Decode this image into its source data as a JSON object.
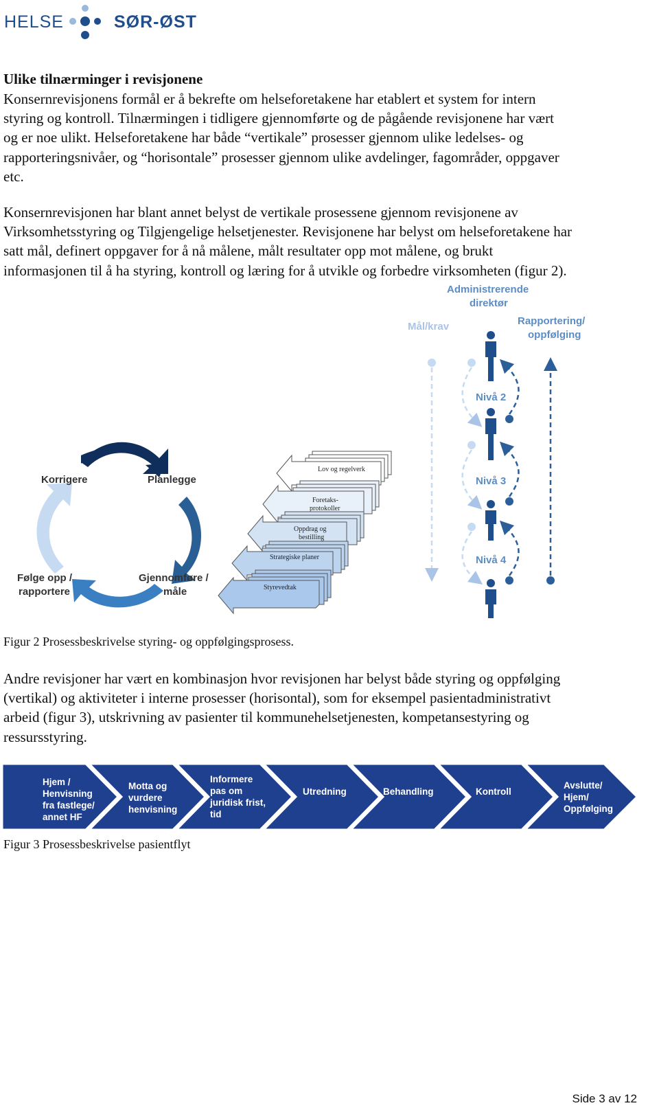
{
  "logo": {
    "word1": "HELSE",
    "word2": "SØR-ØST"
  },
  "section": {
    "heading": "Ulike tilnærminger i revisjonene",
    "p1": [
      "Konsernrevisjonens formål er å bekrefte om helseforetakene har etablert et system for intern",
      "styring og kontroll. Tilnærmingen i tidligere gjennomførte og de pågående revisjonene har vært",
      "og er noe ulikt. Helseforetakene har både “vertikale” prosesser gjennom ulike ledelses- og",
      "rapporteringsnivåer, og “horisontale” prosesser gjennom ulike avdelinger, fagområder, oppgaver",
      "etc."
    ],
    "p2": [
      "Konsernrevisjonen har blant annet belyst de vertikale prosessene gjennom revisjonene av",
      "Virksomhetsstyring og Tilgjengelige helsetjenester. Revisjonene har belyst om helseforetakene har",
      "satt mål, definert oppgaver for å nå målene, målt resultater opp mot målene, og brukt",
      "informasjonen til å ha styring, kontroll og læring for å utvikle og forbedre virksomheten (figur 2)."
    ],
    "p3": [
      "Andre revisjoner har vært en kombinasjon hvor revisjonen har belyst både styring og oppfølging",
      "(vertikal) og aktiviteter i interne prosesser (horisontal), som for eksempel pasientadministrativt",
      "arbeid (figur 3), utskrivning av pasienter til kommunehelsetjenesten, kompetansestyring og",
      "ressursstyring."
    ]
  },
  "figure2": {
    "caption": "Figur 2 Prosessbeskrivelse styring- og oppfølgingsprosess.",
    "cycle": {
      "korrigere": "Korrigere",
      "planlegge": "Planlegge",
      "gjennomfore": [
        "Gjennomføre /",
        "måle"
      ],
      "folgeopp": [
        "Følge opp /",
        "rapportere"
      ]
    },
    "documents": [
      [
        "Lov og regelverk"
      ],
      [
        "Foretaks-",
        "protokoller"
      ],
      [
        "Oppdrag og",
        "bestilling"
      ],
      [
        "Strategiske planer"
      ],
      [
        "Styrevedtak"
      ]
    ],
    "vertical": {
      "director": [
        "Administrerende",
        "direktør"
      ],
      "goals": "Mål/krav",
      "reporting": [
        "Rapportering/",
        "oppfølging"
      ],
      "level2": "Nivå 2",
      "level3": "Nivå 3",
      "level4": "Nivå 4"
    },
    "colors": {
      "dark": "#1f4e8c",
      "mid": "#3a7fc1",
      "light": "#a9c8ec",
      "pale": "#cfe0f3"
    }
  },
  "figure3": {
    "caption": "Figur 3 Prosessbeskrivelse pasientflyt",
    "steps": [
      [
        "Hjem /",
        "Henvisning",
        "fra fastlege/",
        "annet HF"
      ],
      [
        "Motta og",
        "vurdere",
        "henvisning"
      ],
      [
        "Informere",
        "pas  om",
        "juridisk frist,",
        "tid"
      ],
      [
        "Utredning"
      ],
      [
        "Behandling"
      ],
      [
        "Kontroll"
      ],
      [
        "Avslutte/",
        "Hjem/",
        "Oppfølging"
      ]
    ],
    "color": "#1f3f8f"
  },
  "footer": {
    "page": "Side 3 av 12"
  }
}
